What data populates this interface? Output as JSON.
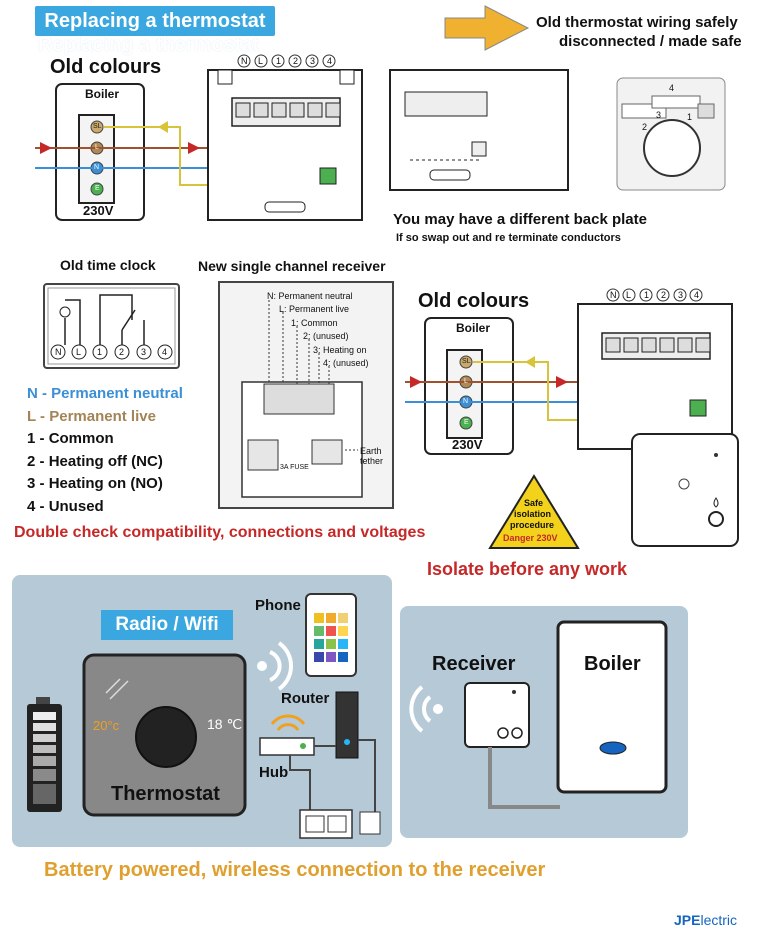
{
  "title": "Replacing a thermostat",
  "top_right": {
    "line1": "Old thermostat wiring safely",
    "line2": "disconnected / made safe"
  },
  "old_colours_top": {
    "heading": "Old colours",
    "boiler_label": "Boiler",
    "voltage": "230V",
    "terminals": [
      "N",
      "L",
      "1",
      "2",
      "3",
      "4"
    ],
    "boiler_terminals": [
      "SL",
      "L",
      "N",
      "E"
    ]
  },
  "back_plate": {
    "line1": "You may have a different back plate",
    "line2": "If so swap out and re terminate conductors",
    "plate_numbers": [
      "4",
      "3",
      "2",
      "1"
    ]
  },
  "old_time_clock": {
    "heading": "Old time clock",
    "terminals": [
      "N",
      "L",
      "1",
      "2",
      "3",
      "4"
    ]
  },
  "receiver_diagram": {
    "heading": "New single channel receiver",
    "labels": [
      "N: Permanent neutral",
      "L: Permanent live",
      "1: Common",
      "2: (unused)",
      "3: Heating on",
      "4: (unused)"
    ],
    "earth": "Earth",
    "tether": "tether",
    "fuse": "3A FUSE"
  },
  "legend": [
    {
      "key": "N -",
      "text": "Permanent neutral",
      "color": "#3b8fd6"
    },
    {
      "key": "L -",
      "text": "Permanent live",
      "color": "#a38454"
    },
    {
      "key": "1 -",
      "text": "Common",
      "color": "#111111"
    },
    {
      "key": "2 -",
      "text": "Heating off (NC)",
      "color": "#111111"
    },
    {
      "key": "3 -",
      "text": "Heating on (NO)",
      "color": "#111111"
    },
    {
      "key": "4 -",
      "text": "Unused",
      "color": "#111111"
    }
  ],
  "warning_compat": "Double check compatibility, connections and voltages",
  "old_colours_mid": {
    "heading": "Old colours",
    "boiler_label": "Boiler",
    "voltage": "230V",
    "terminals": [
      "N",
      "L",
      "1",
      "2",
      "3",
      "4"
    ],
    "boiler_terminals": [
      "SL",
      "L",
      "N",
      "E"
    ]
  },
  "hazard": {
    "line1": "Safe",
    "line2": "isolation",
    "line3": "procedure",
    "line4": "Danger  230V"
  },
  "isolate": "Isolate before any work",
  "wireless": {
    "badge": "Radio / Wifi",
    "phone": "Phone",
    "router": "Router",
    "hub": "Hub",
    "thermostat": "Thermostat",
    "temp_left": "20°c",
    "temp_right": "18 ℃",
    "receiver": "Receiver",
    "boiler": "Boiler"
  },
  "battery_note": "Battery powered, wireless connection to the receiver",
  "brand": {
    "prefix": "JPE",
    "rest": "lectric"
  },
  "colors": {
    "accent_blue": "#3aa7e0",
    "panel_blue": "#b5cad6",
    "live_brown": "#a0522d",
    "neutral_blue": "#3b8fd6",
    "switched_yellow": "#d8c43a",
    "red_wire": "#c62828",
    "warning_red": "#c62828",
    "note_orange": "#e0a030"
  }
}
